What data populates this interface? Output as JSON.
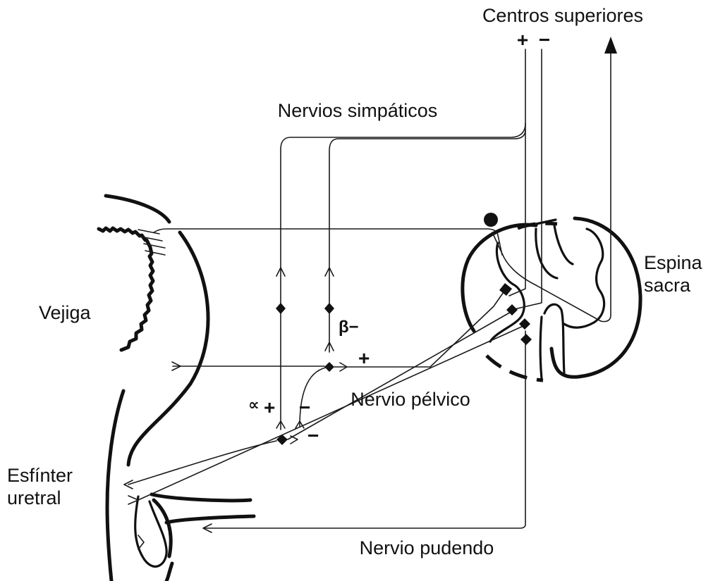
{
  "labels": {
    "higher_centers": "Centros superiores",
    "higher_plus": "+",
    "higher_minus": "−",
    "sympathetic": "Nervios simpáticos",
    "bladder": "Vejiga",
    "sacral_cord_line1": "Espina",
    "sacral_cord_line2": "sacra",
    "sphincter_line1": "Esfínter",
    "sphincter_line2": "uretral",
    "pelvic_nerve": "Nervio pélvico",
    "pudendal_nerve": "Nervio pudendo"
  },
  "signs": {
    "beta_minus": "β−",
    "plus_detrusor": "+",
    "alpha": "∝",
    "alpha_plus": "+",
    "minus_right": "−",
    "minus_lower": "−"
  }
}
